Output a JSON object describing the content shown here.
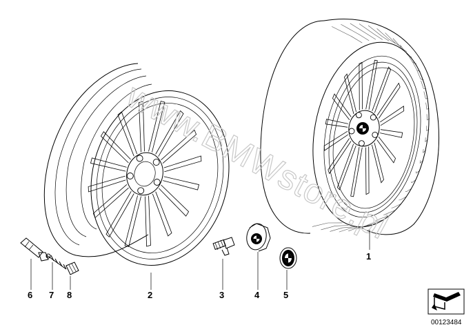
{
  "watermark": "www.BMWstore.pl",
  "parts": [
    {
      "number": "1",
      "name": "complete-wheel-with-tire"
    },
    {
      "number": "2",
      "name": "alloy-rim"
    },
    {
      "number": "3",
      "name": "wheel-bolt"
    },
    {
      "number": "4",
      "name": "hub-cap-insert"
    },
    {
      "number": "5",
      "name": "emblem"
    },
    {
      "number": "6",
      "name": "valve"
    },
    {
      "number": "7",
      "name": "valve-core"
    },
    {
      "number": "8",
      "name": "valve-cap"
    }
  ],
  "reference_code": "00123484",
  "icons": {
    "reference_box": "arrow-corner-icon",
    "logo": "roundel-logo-icon"
  }
}
